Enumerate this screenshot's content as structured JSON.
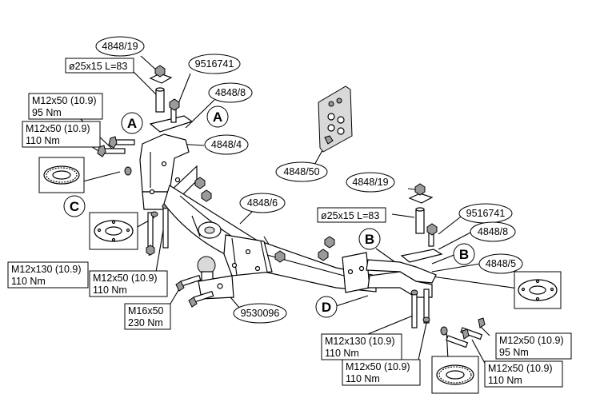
{
  "ovals": [
    {
      "id": "o1",
      "text": "4848/19"
    },
    {
      "id": "o2",
      "text": "9516741"
    },
    {
      "id": "o3",
      "text": "4848/8"
    },
    {
      "id": "o4",
      "text": "4848/4"
    },
    {
      "id": "o5",
      "text": "4848/6"
    },
    {
      "id": "o6",
      "text": "4848/50"
    },
    {
      "id": "o7",
      "text": "9530096"
    },
    {
      "id": "o8",
      "text": "4848/19"
    },
    {
      "id": "o9",
      "text": "9516741"
    },
    {
      "id": "o10",
      "text": "4848/8"
    },
    {
      "id": "o11",
      "text": "4848/5"
    }
  ],
  "boxes": [
    {
      "id": "b1",
      "lines": [
        "ø25x15 L=83"
      ]
    },
    {
      "id": "b2",
      "lines": [
        "M12x50 (10.9)",
        "95 Nm"
      ]
    },
    {
      "id": "b3",
      "lines": [
        "M12x50 (10.9)",
        "110 Nm"
      ]
    },
    {
      "id": "b4",
      "lines": [
        "M12x130 (10.9)",
        "110 Nm"
      ]
    },
    {
      "id": "b5",
      "lines": [
        "M12x50 (10.9)",
        "110 Nm"
      ]
    },
    {
      "id": "b6",
      "lines": [
        "M16x50",
        "230 Nm"
      ]
    },
    {
      "id": "b7",
      "lines": [
        "ø25x15 L=83"
      ]
    },
    {
      "id": "b8",
      "lines": [
        "M12x130 (10.9)",
        "110 Nm"
      ]
    },
    {
      "id": "b9",
      "lines": [
        "M12x50 (10.9)",
        "95 Nm"
      ]
    },
    {
      "id": "b10",
      "lines": [
        "M12x50 (10.9)",
        "110 Nm"
      ]
    },
    {
      "id": "b11",
      "lines": [
        "M12x50 (10.9)",
        "110 Nm"
      ]
    }
  ],
  "letters": [
    {
      "id": "l1",
      "text": "A"
    },
    {
      "id": "l2",
      "text": "A"
    },
    {
      "id": "l3",
      "text": "C"
    },
    {
      "id": "l4",
      "text": "B"
    },
    {
      "id": "l5",
      "text": "B"
    },
    {
      "id": "l6",
      "text": "D"
    }
  ]
}
